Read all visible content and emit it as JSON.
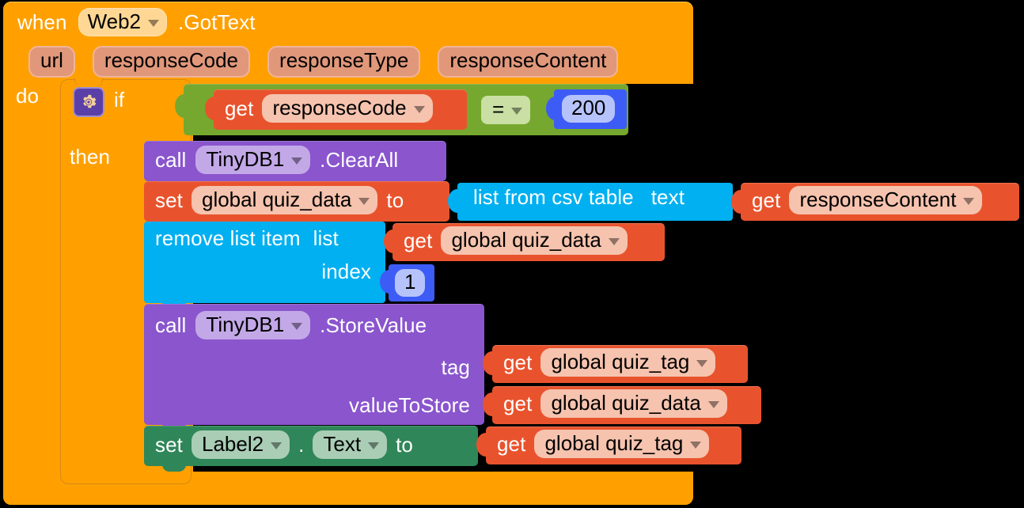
{
  "app": {
    "editor": "MIT App Inventor Blocks Editor",
    "canvas_background": "#000000"
  },
  "blocks": {
    "event": {
      "type": "component-event",
      "color": "#ffa000",
      "when_label": "when",
      "component": "Web2",
      "event_name": ".GotText",
      "do_label": "do",
      "parameters": [
        "url",
        "responseCode",
        "responseType",
        "responseContent"
      ]
    },
    "control_if": {
      "type": "controls_if",
      "color": "#ffa000",
      "mutator_icon": "gear-icon",
      "if_label": "if",
      "then_label": "then"
    },
    "compare": {
      "type": "logic_compare",
      "color": "#76a82f",
      "operator": "=",
      "left": {
        "type": "lexical_variable_get",
        "color": "#e8532d",
        "get_label": "get",
        "variable": "responseCode"
      },
      "right": {
        "type": "math_number",
        "color": "#3d5cf5",
        "value": "200"
      }
    },
    "then_statements": [
      {
        "id": "call-tinydb1-clearall",
        "type": "component-method",
        "color": "#8a55cd",
        "call_label": "call",
        "component": "TinyDB1",
        "method": ".ClearAll"
      },
      {
        "id": "set-global-quiz-data",
        "type": "lexical_variable_set",
        "color": "#e8532d",
        "set_label": "set",
        "variable": "global quiz_data",
        "to_label": "to",
        "value": {
          "id": "list-from-csv-table",
          "type": "lists_from_csv_table",
          "color": "#00b0f0",
          "label": "list from csv table",
          "arg_label": "text",
          "arg_value": {
            "type": "lexical_variable_get",
            "color": "#e8532d",
            "get_label": "get",
            "variable": "responseContent"
          }
        }
      },
      {
        "id": "remove-list-item",
        "type": "lists_remove_item",
        "color": "#00b0f0",
        "label": "remove list item",
        "arg_list_label": "list",
        "arg_list_value": {
          "type": "lexical_variable_get",
          "color": "#e8532d",
          "get_label": "get",
          "variable": "global quiz_data"
        },
        "arg_index_label": "index",
        "arg_index_value": {
          "type": "math_number",
          "color": "#3d5cf5",
          "value": "1"
        }
      },
      {
        "id": "call-tinydb1-storevalue",
        "type": "component-method",
        "color": "#8a55cd",
        "call_label": "call",
        "component": "TinyDB1",
        "method": ".StoreValue",
        "arg_tag_label": "tag",
        "arg_tag_value": {
          "type": "lexical_variable_get",
          "color": "#e8532d",
          "get_label": "get",
          "variable": "global quiz_tag"
        },
        "arg_value_label": "valueToStore",
        "arg_value_value": {
          "type": "lexical_variable_get",
          "color": "#e8532d",
          "get_label": "get",
          "variable": "global quiz_data"
        }
      },
      {
        "id": "set-label2-text",
        "type": "component-set",
        "color": "#2f8659",
        "set_label": "set",
        "component": "Label2",
        "dot": ".",
        "property": "Text",
        "to_label": "to",
        "value": {
          "type": "lexical_variable_get",
          "color": "#e8532d",
          "get_label": "get",
          "variable": "global quiz_tag"
        }
      }
    ]
  }
}
